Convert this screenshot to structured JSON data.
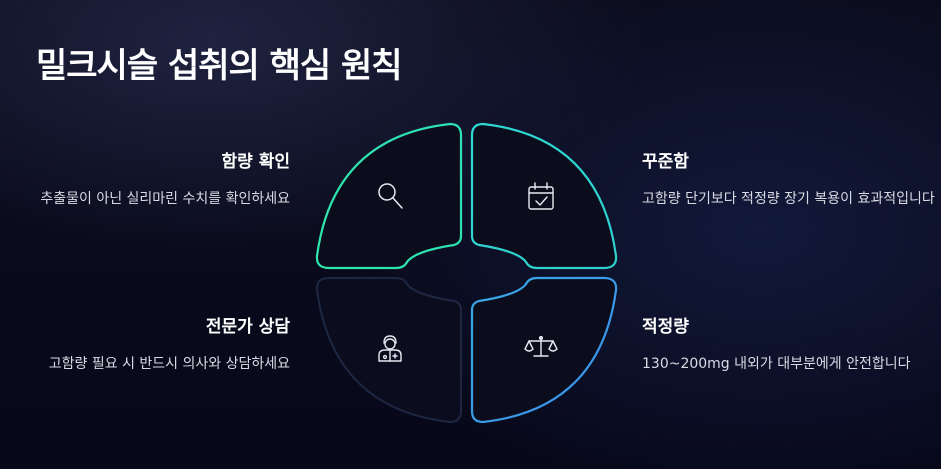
{
  "title": "밀크시슬 섭취의 핵심 원칙",
  "colors": {
    "accent_green": "#2ee6a8",
    "accent_teal": "#2fd6d0",
    "accent_blue": "#3a8fe8",
    "inactive_outline": "#1e2742"
  },
  "quadrants": [
    {
      "position": "top-left",
      "heading": "함량 확인",
      "description": "추출물이 아닌 실리마린 수치를 확인하세요",
      "icon": "magnifier-icon"
    },
    {
      "position": "top-right",
      "heading": "꾸준함",
      "description": "고함량 단기보다 적정량 장기 복용이 효과적입니다",
      "icon": "calendar-check-icon"
    },
    {
      "position": "bottom-left",
      "heading": "전문가 상담",
      "description": "고함량 필요 시 반드시 의사와 상담하세요",
      "icon": "doctor-icon"
    },
    {
      "position": "bottom-right",
      "heading": "적정량",
      "description": "130~200mg 내외가 대부분에게 안전합니다",
      "icon": "balance-scale-icon"
    }
  ]
}
